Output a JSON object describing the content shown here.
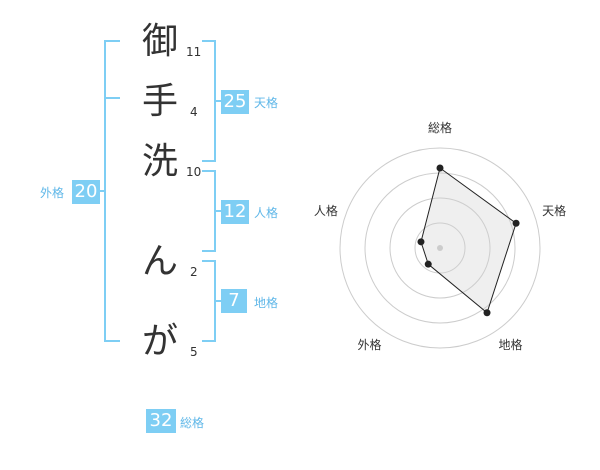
{
  "name_chars": [
    {
      "char": "御",
      "strokes": "11"
    },
    {
      "char": "手",
      "strokes": "4"
    },
    {
      "char": "洗",
      "strokes": "10"
    },
    {
      "char": "ん",
      "strokes": "2"
    },
    {
      "char": "が",
      "strokes": "5"
    }
  ],
  "fortunes": {
    "tenkaku": {
      "value": "25",
      "label": "天格"
    },
    "jinkaku": {
      "value": "12",
      "label": "人格"
    },
    "chikaku": {
      "value": "7",
      "label": "地格"
    },
    "gaikaku": {
      "value": "20",
      "label": "外格"
    },
    "soukaku": {
      "value": "32",
      "label": "総格"
    }
  },
  "colors": {
    "accent": "#7ecef4",
    "text": "#333333",
    "label": "#5fb7e8"
  },
  "chart_data": {
    "type": "radar",
    "axes": [
      "総格",
      "天格",
      "地格",
      "外格",
      "人格"
    ],
    "values": [
      4,
      4,
      4,
      1,
      1
    ],
    "max": 5,
    "rings": 4
  }
}
